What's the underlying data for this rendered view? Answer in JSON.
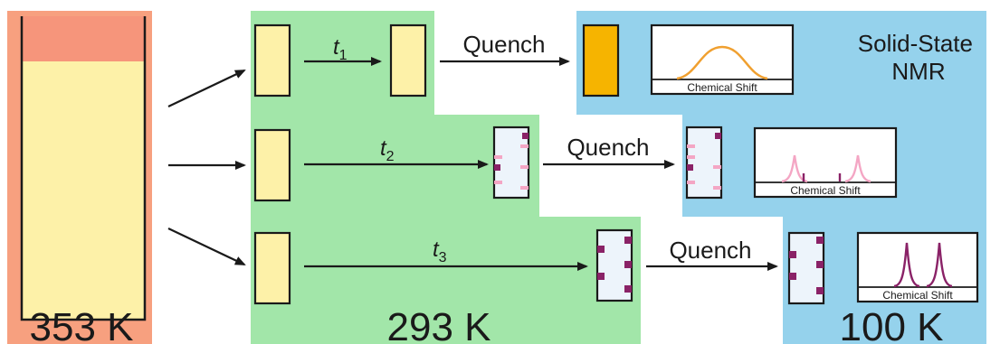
{
  "temperatures": {
    "hot": "353 K",
    "room": "293 K",
    "cold": "100 K"
  },
  "method": "Solid-State NMR",
  "method_lines": [
    "Solid-State",
    "NMR"
  ],
  "rows": [
    {
      "time_symbol": "t",
      "time_subscript": "1",
      "quench_label": "Quench",
      "spectrum_label": "Chemical Shift"
    },
    {
      "time_symbol": "t",
      "time_subscript": "2",
      "quench_label": "Quench",
      "spectrum_label": "Chemical Shift"
    },
    {
      "time_symbol": "t",
      "time_subscript": "3",
      "quench_label": "Quench",
      "spectrum_label": "Chemical Shift"
    }
  ],
  "colors": {
    "hot_zone": "#f7a07f",
    "room_zone": "#a2e6a9",
    "cold_zone": "#95d2ec",
    "liquid": "#fdf1a8",
    "beaker_headspace": "#f6957b",
    "quenched_sample": "#f6b400",
    "crystal_pale": "#f4a6c4",
    "crystal_dark": "#8a2267",
    "broad_peak": "#f0a030",
    "solid_sample": "#edf4fb"
  }
}
